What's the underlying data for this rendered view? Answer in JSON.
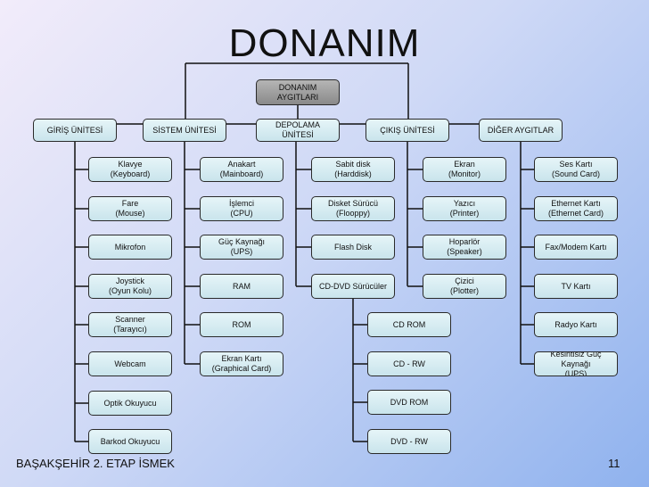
{
  "title": "DONANIM",
  "footer": {
    "left": "BAŞAKŞEHİR 2. ETAP İSMEK",
    "page": "11"
  },
  "root": {
    "label": "DONANIM\nAYGITLARI"
  },
  "categories": [
    {
      "label": "GİRİŞ ÜNİTESİ",
      "items": [
        "Klavye\n(Keyboard)",
        "Fare\n(Mouse)",
        "Mikrofon",
        "Joystick\n(Oyun Kolu)",
        "Scanner\n(Tarayıcı)",
        "Webcam",
        "Optik Okuyucu",
        "Barkod Okuyucu"
      ]
    },
    {
      "label": "SİSTEM ÜNİTESİ",
      "items": [
        "Anakart\n(Mainboard)",
        "İşlemci\n(CPU)",
        "Güç Kaynağı\n(UPS)",
        "RAM",
        "ROM",
        "Ekran Kartı\n(Graphical Card)"
      ]
    },
    {
      "label": "DEPOLAMA\nÜNİTESİ",
      "items": [
        "Sabit disk\n(Harddisk)",
        "Disket Sürücü\n(Flooppy)",
        "Flash Disk",
        "CD-DVD Sürücüler"
      ]
    },
    {
      "label": "ÇIKIŞ ÜNİTESİ",
      "items": [
        "Ekran\n(Monitor)",
        "Yazıcı\n(Printer)",
        "Hoparlör\n(Speaker)",
        "Çizici\n(Plotter)"
      ]
    },
    {
      "label": "DİĞER AYGITLAR",
      "items": [
        "Ses Kartı\n(Sound Card)",
        "Ethernet Kartı\n(Ethernet Card)",
        "Fax/Modem Kartı",
        "TV Kartı",
        "Radyo Kartı",
        "Kesintisiz Güç Kaynağı\n(UPS)"
      ]
    }
  ],
  "cd_dvd_items": [
    "CD ROM",
    "CD - RW",
    "DVD ROM",
    "DVD - RW"
  ]
}
